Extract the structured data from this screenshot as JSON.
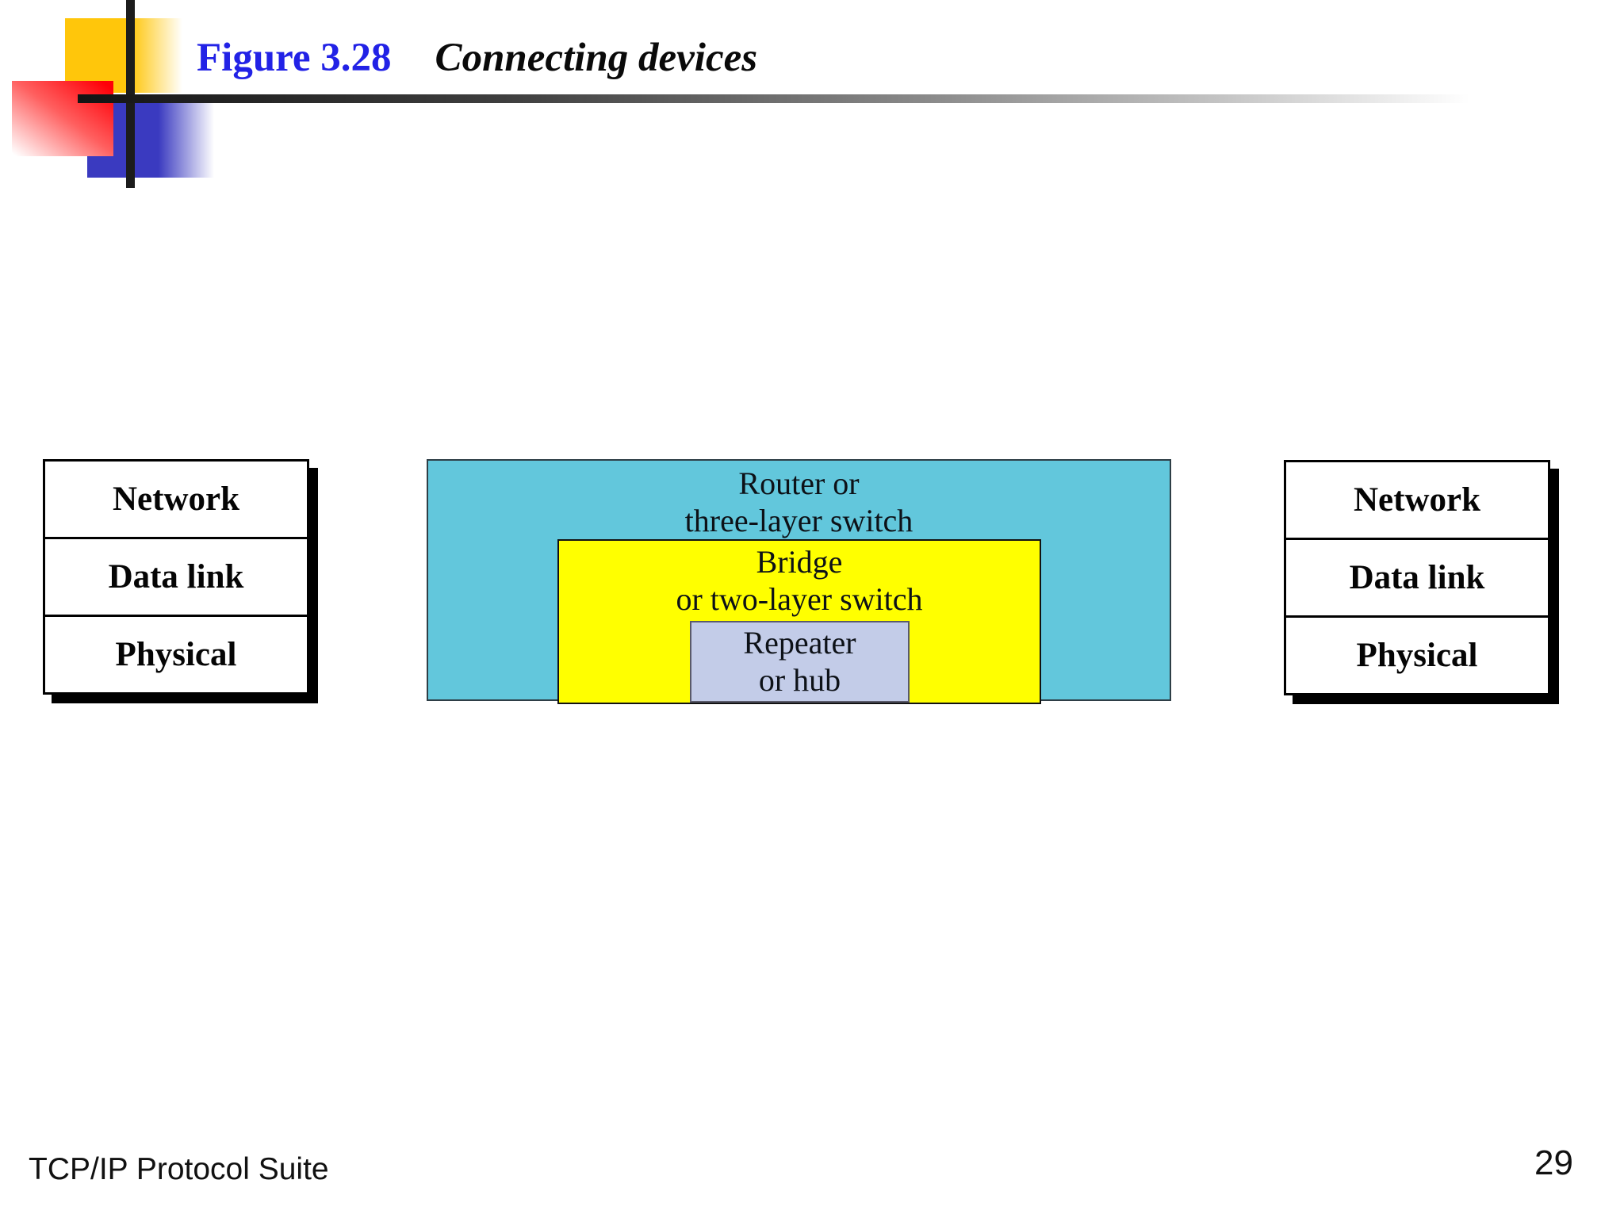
{
  "slide": {
    "figure_label": "Figure 3.28",
    "figure_title": "Connecting devices",
    "footer": "TCP/IP Protocol Suite",
    "page_number": "29"
  },
  "diagram": {
    "left_stack": [
      "Network",
      "Data link",
      "Physical"
    ],
    "right_stack": [
      "Network",
      "Data link",
      "Physical"
    ],
    "router_box": {
      "line1": "Router or",
      "line2": "three-layer switch"
    },
    "bridge_box": {
      "line1": "Bridge",
      "line2": "or two-layer switch"
    },
    "repeater_box": {
      "line1": "Repeater",
      "line2": "or hub"
    }
  },
  "colors": {
    "title_blue": "#2222e6",
    "router_fill": "#62c7dc",
    "bridge_fill": "#ffff00",
    "repeater_fill": "#c3cce8",
    "deco_gold": "#ffc60b",
    "deco_red": "#ff0008",
    "deco_blue": "#3a3ac0"
  }
}
